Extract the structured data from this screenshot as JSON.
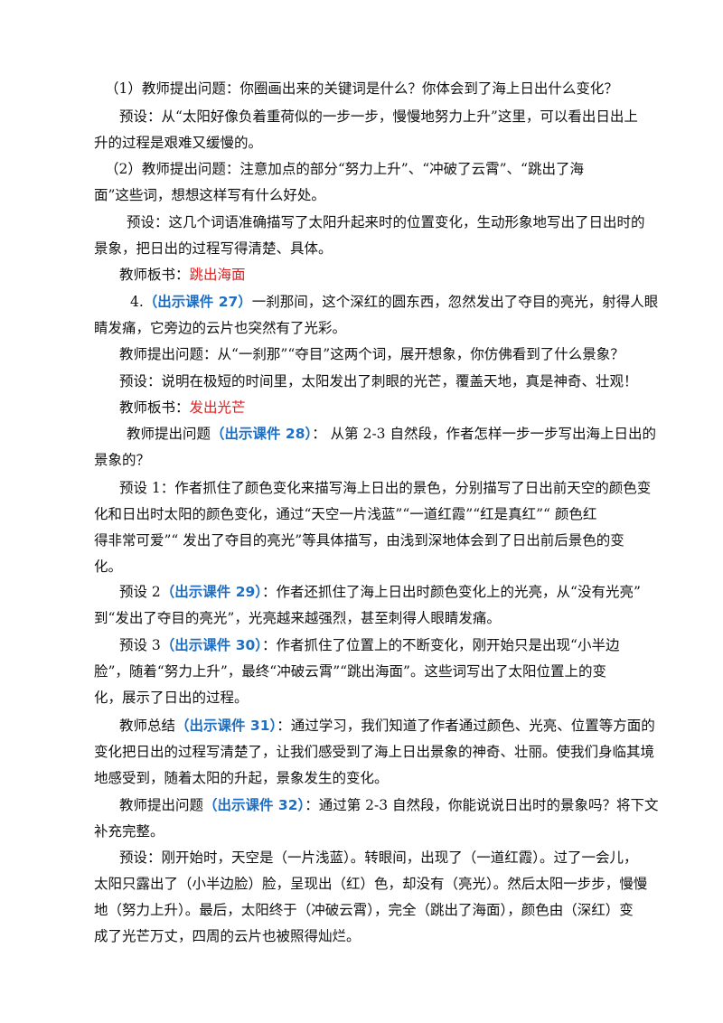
{
  "p1": {
    "l1": "（1）教师提出问题：你圈画出来的关键词是什么？你体会到了海上日出什么变化？"
  },
  "p2": {
    "l1": "预设：从“太阳好像负着重荷似的一步一步，慢慢地努力上升”这里，可以看出日出上",
    "l2": "升的过程是艰难又缓慢的。"
  },
  "p3": {
    "l1": "（2）教师提出问题：注意加点的部分“努力上升”、“冲破了云霄”、“跳出了海",
    "l2": "面”这些词，想想这样写有什么好处。"
  },
  "p4": {
    "l1": "预设：这几个词语准确描写了太阳升起来时的位置变化，生动形象地写出了日出时的",
    "l2": "景象，把日出的过程写得清楚、具体。"
  },
  "board1": {
    "label": "教师板书：",
    "value": "跳出海面"
  },
  "p5": {
    "num": "4.",
    "tag": "（出示课件 27）",
    "l1": "一刹那间，这个深红的圆东西，忽然发出了夺目的亮光，射得人眼",
    "l2": "睛发痛，它旁边的云片也突然有了光彩。"
  },
  "p6": {
    "l1": "教师提出问题：从“一刹那”“夺目”这两个词，展开想象，你仿佛看到了什么景象？"
  },
  "p7": {
    "l1": "预设：说明在极短的时间里，太阳发出了刺眼的光芒，覆盖天地，真是神奇、壮观！"
  },
  "board2": {
    "label": "教师板书：",
    "value": "发出光芒"
  },
  "p8": {
    "pre": "教师提出问题",
    "tag": "（出示课件 28）",
    "l1": "：  从第 2-3 自然段，作者怎样一步一步写出海上日出的",
    "l2": "景象的？"
  },
  "p9": {
    "l1": "预设 1：作者抓住了颜色变化来描写海上日出的景色，分别描写了日出前天空的颜色变",
    "l2": "化和日出时太阳的颜色变化，通过“天空一片浅蓝”“一道红霞”“红是真红”“ 颜色红",
    "l3": "得非常可爱”“ 发出了夺目的亮光”等具体描写，由浅到深地体会到了日出前后景色的变",
    "l4": "化。"
  },
  "p10": {
    "pre": "预设 2",
    "tag": "（出示课件 29）",
    "l1": "：作者还抓住了海上日出时颜色变化上的光亮，从“没有光亮”",
    "l2": "到“发出了夺目的亮光”，光亮越来越强烈，甚至刺得人眼睛发痛。"
  },
  "p11": {
    "pre": "预设 3",
    "tag": "（出示课件 30）",
    "l1": "：作者抓住了位置上的不断变化，刚开始只是出现“小半边",
    "l2": "脸”，随着“努力上升”，最终“冲破云霄”“跳出海面”。这些词写出了太阳位置上的变",
    "l3": "化，展示了日出的过程。"
  },
  "p12": {
    "pre": "教师总结",
    "tag": "（出示课件 31）",
    "l1": "：通过学习，我们知道了作者通过颜色、光亮、位置等方面的",
    "l2": "变化把日出的过程写清楚了，让我们感受到了海上日出景象的神奇、壮丽。使我们身临其境",
    "l3": "地感受到，随着太阳的升起，景象发生的变化。"
  },
  "p13": {
    "pre": "教师提出问题",
    "tag": "（出示课件 32）",
    "l1": "：通过第 2-3 自然段，你能说说日出时的景象吗？将下文",
    "l2": "补充完整。"
  },
  "p14": {
    "l1": "预设：刚开始时，天空是（一片浅蓝）。转眼间，出现了（一道红霞）。过了一会儿，",
    "l2": "太阳只露出了（小半边脸）脸，呈现出（红）色，却没有（亮光）。然后太阳一步步，慢慢",
    "l3": "地（努力上升）。最后，太阳终于（冲破云霄），完全（跳出了海面），颜色由（深红）变",
    "l4": "成了光芒万丈，四周的云片也被照得灿烂。"
  }
}
